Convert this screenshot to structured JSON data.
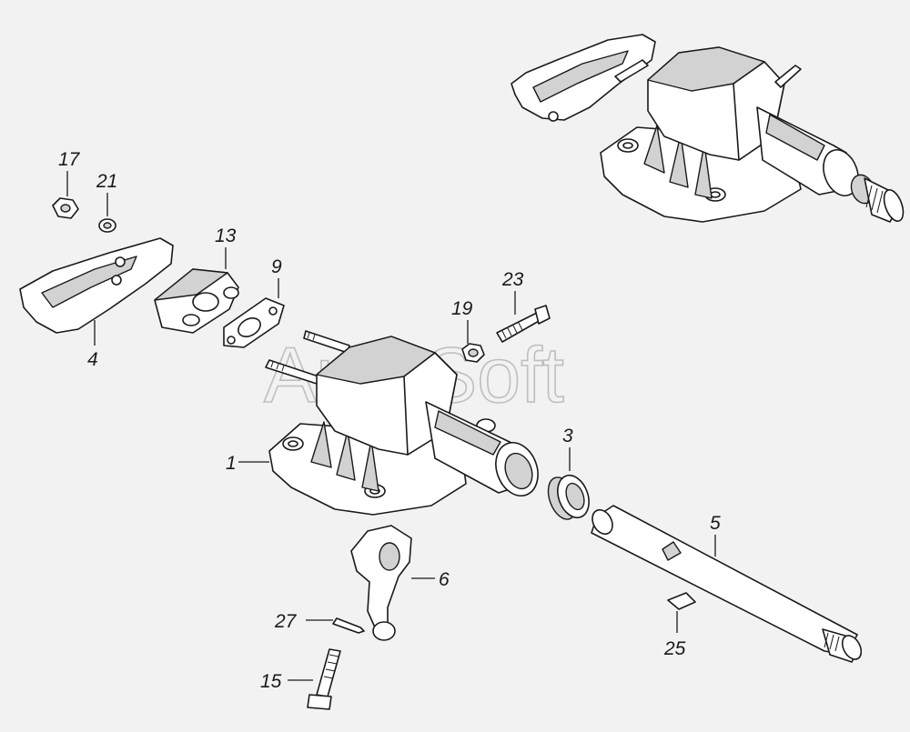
{
  "watermark": "AutoSoft",
  "callouts": {
    "c1": "1",
    "c3": "3",
    "c4": "4",
    "c5": "5",
    "c6": "6",
    "c9": "9",
    "c13": "13",
    "c15": "15",
    "c17": "17",
    "c19": "19",
    "c21": "21",
    "c23": "23",
    "c25": "25",
    "c27": "27"
  },
  "colors": {
    "background": "#f2f2f2",
    "line": "#1a1a1a",
    "shade": "#d2d2d2"
  }
}
